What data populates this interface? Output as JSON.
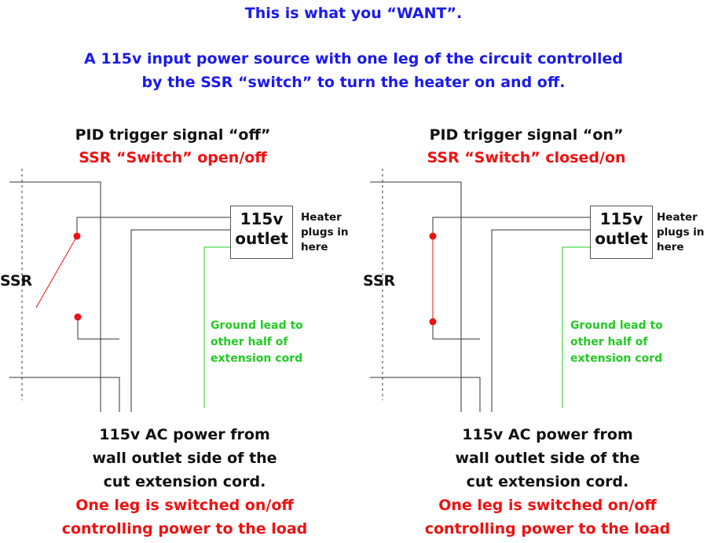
{
  "header": {
    "line1": "This is what you “WANT”.",
    "line2": "A 115v input power source with one leg of the circuit controlled",
    "line3": "by the SSR “switch” to turn the heater on and off."
  },
  "panels": [
    {
      "title": "PID trigger signal “off”",
      "state": "SSR “Switch” open/off",
      "ssr_label": "SSR",
      "outlet_line1": "115v",
      "outlet_line2": "outlet",
      "heater_note": [
        "Heater",
        "plugs in",
        "here"
      ],
      "ground_note": [
        "Ground lead to",
        "other half of",
        "extension cord"
      ],
      "footer_black": [
        "115v AC power from",
        "wall outlet side of the",
        "cut extension cord."
      ],
      "footer_red": [
        "One leg is switched on/off",
        "controlling power to the load"
      ]
    },
    {
      "title": "PID trigger signal “on”",
      "state": "SSR “Switch” closed/on",
      "ssr_label": "SSR",
      "outlet_line1": "115v",
      "outlet_line2": "outlet",
      "heater_note": [
        "Heater",
        "plugs in",
        "here"
      ],
      "ground_note": [
        "Ground lead to",
        "other half of",
        "extension cord"
      ],
      "footer_black": [
        "115v AC power from",
        "wall outlet side of the",
        "cut extension cord."
      ],
      "footer_red": [
        "One leg is switched on/off",
        "controlling power to the load"
      ]
    }
  ],
  "colors": {
    "header": "#1a1aee",
    "state": "#ee1111",
    "ground": "#22cc22",
    "wire": "#333333",
    "switch": "#ee1111"
  }
}
